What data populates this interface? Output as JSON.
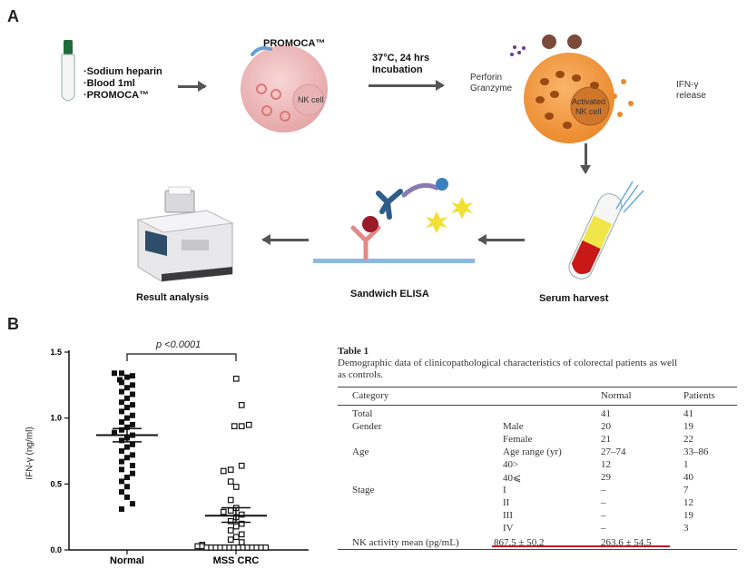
{
  "panel_a": {
    "letter": "A",
    "tube_bullets": [
      "·Sodium heparin",
      "·Blood 1ml",
      "·PROMOCA™"
    ],
    "promoca_label": "PROMOCA™",
    "nk_cell_label": "NK cell",
    "incubation_line1": "37°C, 24 hrs",
    "incubation_line2": "Incubation",
    "perforin_label": "Perforin",
    "granzyme_label": "Granzyme",
    "activated_line1": "Activated",
    "activated_line2": "NK cell",
    "ifn_line1": "IFN-γ",
    "ifn_line2": "release",
    "serum_label": "Serum harvest",
    "elisa_label": "Sandwich ELISA",
    "result_label": "Result analysis"
  },
  "panel_b": {
    "letter": "B",
    "pvalue": "p <0.0001"
  },
  "chart_data": {
    "type": "scatter",
    "title": "",
    "xlabel": "",
    "ylabel": "IFN-γ (ng/ml)",
    "categories": [
      "Normal",
      "MSS CRC"
    ],
    "ylim": [
      0,
      1.5
    ],
    "yticks": [
      "0.0",
      "0.5",
      "1.0",
      "1.5"
    ],
    "series": [
      {
        "name": "Normal",
        "marker": "filled-square",
        "values": [
          1.34,
          1.34,
          1.32,
          1.31,
          1.29,
          1.27,
          1.25,
          1.23,
          1.2,
          1.18,
          1.15,
          1.12,
          1.1,
          1.08,
          1.05,
          1.02,
          1.0,
          0.97,
          0.95,
          0.93,
          0.91,
          0.89,
          0.87,
          0.85,
          0.83,
          0.8,
          0.78,
          0.75,
          0.72,
          0.7,
          0.67,
          0.64,
          0.61,
          0.58,
          0.55,
          0.52,
          0.48,
          0.44,
          0.4,
          0.35,
          0.31
        ],
        "mean": 0.87,
        "sem_upper": 0.92,
        "sem_lower": 0.82
      },
      {
        "name": "MSS CRC",
        "marker": "open-square",
        "values": [
          1.3,
          1.1,
          0.94,
          0.94,
          0.95,
          0.64,
          0.61,
          0.6,
          0.52,
          0.48,
          0.38,
          0.32,
          0.3,
          0.29,
          0.27,
          0.25,
          0.22,
          0.2,
          0.18,
          0.15,
          0.12,
          0.1,
          0.08,
          0.06,
          0.04,
          0.03,
          0.03,
          0.02,
          0.02,
          0.02,
          0.02,
          0.02,
          0.02,
          0.02,
          0.02,
          0.02,
          0.02,
          0.02,
          0.02,
          0.02,
          0.02
        ],
        "mean": 0.26,
        "sem_upper": 0.32,
        "sem_lower": 0.21
      }
    ]
  },
  "table": {
    "title": "Table 1",
    "caption_line1": "Demographic data of clinicopathological characteristics of colorectal patients as well",
    "caption_line2": "as controls.",
    "header": [
      "Category",
      "",
      "Normal",
      "Patients"
    ],
    "rows": [
      [
        "Total",
        "",
        "41",
        "41"
      ],
      [
        "Gender",
        "Male",
        "20",
        "19"
      ],
      [
        "",
        "Female",
        "21",
        "22"
      ],
      [
        "Age",
        "Age range (yr)",
        "27–74",
        "33–86"
      ],
      [
        "",
        "40>",
        "12",
        "1"
      ],
      [
        "",
        "40⩽",
        "29",
        "40"
      ],
      [
        "Stage",
        "I",
        "–",
        "7"
      ],
      [
        "",
        "II",
        "–",
        "12"
      ],
      [
        "",
        "III",
        "–",
        "19"
      ],
      [
        "",
        "IV",
        "–",
        "3"
      ]
    ],
    "nk_row": [
      "NK activity mean (pg/mL)",
      "867.5 ± 50.2",
      "263.6 ± 54.5"
    ]
  }
}
